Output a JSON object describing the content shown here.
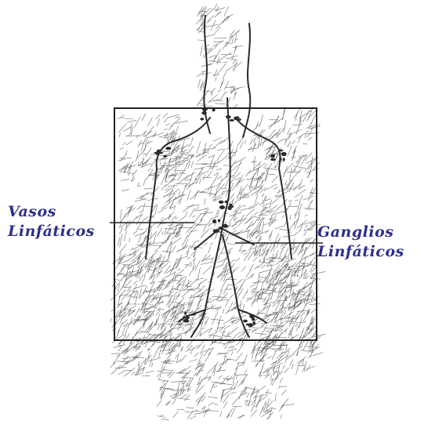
{
  "labels": {
    "vasos": {
      "line1": "Vasos",
      "line2": "Linfáticos"
    },
    "ganglios": {
      "line1": "Ganglios",
      "line2": "Linfáticos"
    }
  },
  "colors": {
    "label_text": "#2e2e8c",
    "drawing_ink": "#2a2a2a",
    "vessel_ink": "#6a6a6a",
    "box_line": "#222222",
    "background": "#ffffff"
  }
}
